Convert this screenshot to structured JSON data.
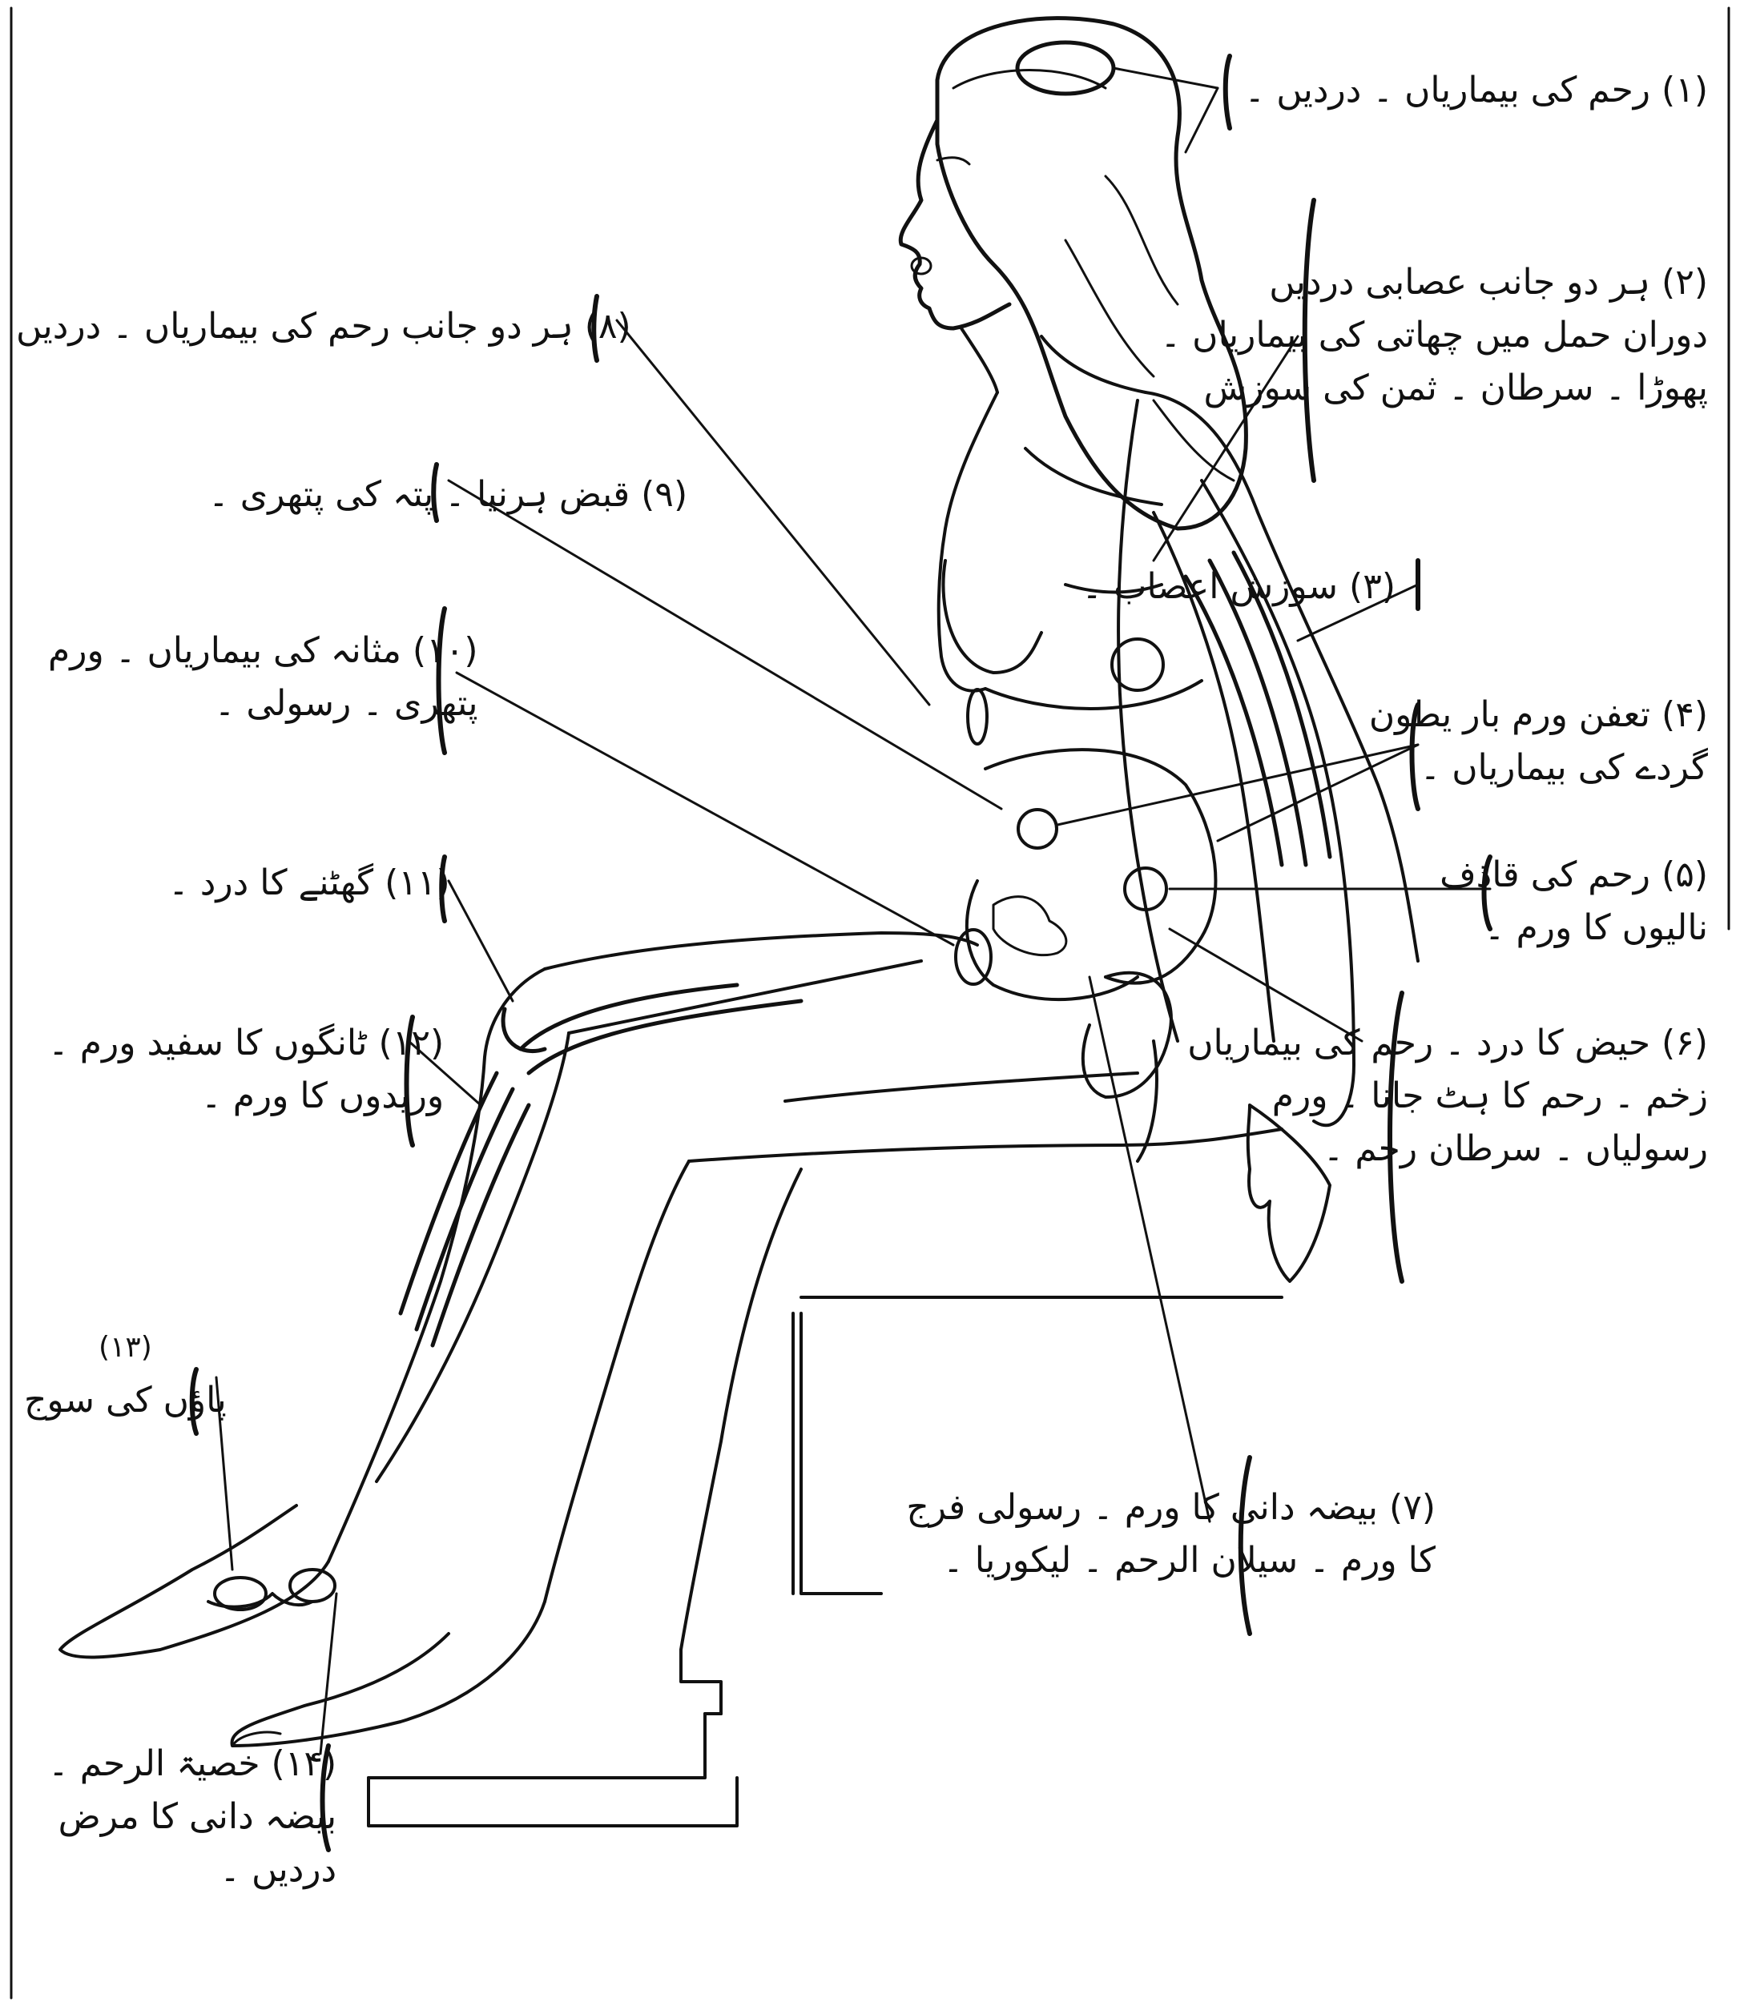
{
  "diagram": {
    "figure": "seated-woman-illustration",
    "colors": {
      "ink": "#111111",
      "background": "#ffffff"
    },
    "labels": [
      {
        "id": "uterus-head",
        "lines": [
          "(۱) رحم کی بیماریاں ۔ دردیں ۔"
        ]
      },
      {
        "id": "neuralgia",
        "lines": [
          "(۲) ہر دو جانب عصابی دردیں",
          "دوران حمل میں چھاتی کی بیماریاں ۔",
          "پھوڑا ۔ سرطان ۔ ثمن کی سوزش"
        ]
      },
      {
        "id": "nerve-inflammation",
        "lines": [
          "(۳) سوزش اعصاب ۔"
        ]
      },
      {
        "id": "kidney",
        "lines": [
          "(۴) تعفن ورم بار یطون",
          "گردے کی بیماریاں ۔"
        ]
      },
      {
        "id": "fallopian",
        "lines": [
          "(۵) رحم کی قاذف",
          "نالیوں کا ورم ۔"
        ]
      },
      {
        "id": "menstrual",
        "lines": [
          "(۶) حیض کا درد ۔ رحم کی بیماریاں",
          "زخم ۔ رحم کا ہٹ جانا ۔ ورم",
          "رسولیاں ۔ سرطان رحم ۔"
        ]
      },
      {
        "id": "ovary",
        "lines": [
          "(۷) بیضہ دانی کا ورم ۔ رسولی فرج",
          "کا ورم ۔ سیلان الرحم ۔ لیکوریا ۔"
        ]
      },
      {
        "id": "both-sides-uterus",
        "lines": [
          "(۸) ہر دو جانب رحم کی بیماریاں ۔ دردیں"
        ]
      },
      {
        "id": "gallstone",
        "lines": [
          "(۹) قبض ہرنیا ۔ پتہ کی پتھری ۔"
        ]
      },
      {
        "id": "bladder",
        "lines": [
          "(۱۰) مثانہ کی بیماریاں ۔ ورم",
          "پتھری ۔ رسولی ۔"
        ]
      },
      {
        "id": "knee",
        "lines": [
          "(۱۱) گھٹنے کا درد ۔"
        ]
      },
      {
        "id": "legs",
        "lines": [
          "(۱۲) ٹانگوں کا سفید ورم ۔",
          "وریدوں کا ورم ۔"
        ]
      },
      {
        "id": "feet",
        "number": "(۱۳)",
        "lines": [
          "پاؤں کی سوج"
        ]
      },
      {
        "id": "testis-uterus",
        "lines": [
          "(۱۴) خصیۃ الرحم ۔",
          "بیضہ دانی کا مرض",
          "دردیں ۔"
        ]
      }
    ]
  }
}
